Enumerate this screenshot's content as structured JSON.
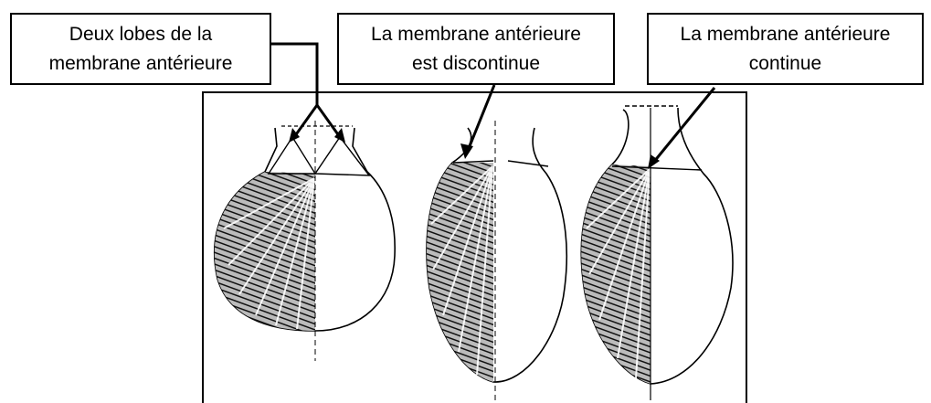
{
  "labels": {
    "two_lobes": "Deux lobes de la\nmembrane antérieure",
    "discontinuous": "La membrane antérieure\nest discontinue",
    "continuous": "La membrane antérieure\ncontinue"
  },
  "colors": {
    "ink": "#000000",
    "shading": "#333333",
    "background": "#ffffff"
  }
}
